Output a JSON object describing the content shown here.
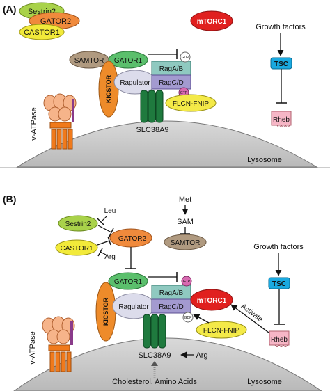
{
  "panel_a": {
    "label": "(A)",
    "sestrin2": "Sestrin2",
    "gator2": "GATOR2",
    "castor1": "CASTOR1",
    "mtorc1": "mTORC1",
    "growth_factors": "Growth factors",
    "tsc": "TSC",
    "samtor": "SAMTOR",
    "gator1": "GATOR1",
    "gdp": "GDP",
    "kicstor": "KICSTOR",
    "ragulator": "Ragulator",
    "rag_ab": "RagA/B",
    "rag_cd": "RagC/D",
    "gtp": "GTP",
    "flcn_fnip": "FLCN-FNIP",
    "rheb": "Rheb",
    "v_atpase": "v-ATPase",
    "slc38a9": "SLC38A9",
    "lysosome": "Lysosome"
  },
  "panel_b": {
    "label": "(B)",
    "met": "Met",
    "sam": "SAM",
    "samtor": "SAMTOR",
    "sestrin2": "Sestrin2",
    "leu": "Leu",
    "gator2": "GATOR2",
    "castor1": "CASTOR1",
    "arg_top": "Arg",
    "growth_factors": "Growth factors",
    "tsc": "TSC",
    "gator1": "GATOR1",
    "gtp": "GTP",
    "rag_ab": "RagA/B",
    "mtorc1": "mTORC1",
    "kicstor": "KICSTOR",
    "ragulator": "Ragulator",
    "rag_cd": "RagC/D",
    "gdp": "GDP",
    "activate": "Activate",
    "flcn_fnip": "FLCN-FNIP",
    "rheb": "Rheb",
    "v_atpase": "v-ATPase",
    "slc38a9": "SLC38A9",
    "arg_bottom": "Arg",
    "cholesterol": "Cholesterol, Amino Acids",
    "lysosome": "Lysosome"
  },
  "colors": {
    "lysosome": "#cfcfcf",
    "sestrin2": "#a9d24a",
    "gator2": "#f08a3c",
    "castor1": "#f2ea3a",
    "mtorc1": "#e0201f",
    "tsc": "#1aa9e0",
    "samtor": "#b09a80",
    "gator1": "#5bbf6c",
    "kicstor": "#ee8b2a",
    "ragulator": "#dcdceb",
    "rag_ab": "#8fc9c0",
    "rag_cd": "#a39ad0",
    "slc38a9": "#1f7a3e",
    "flcn_fnip": "#f4ea48",
    "rheb": "#f6b6c6",
    "gtp_badge": "#d76ab0",
    "v_atpase": "#f07a1c"
  }
}
